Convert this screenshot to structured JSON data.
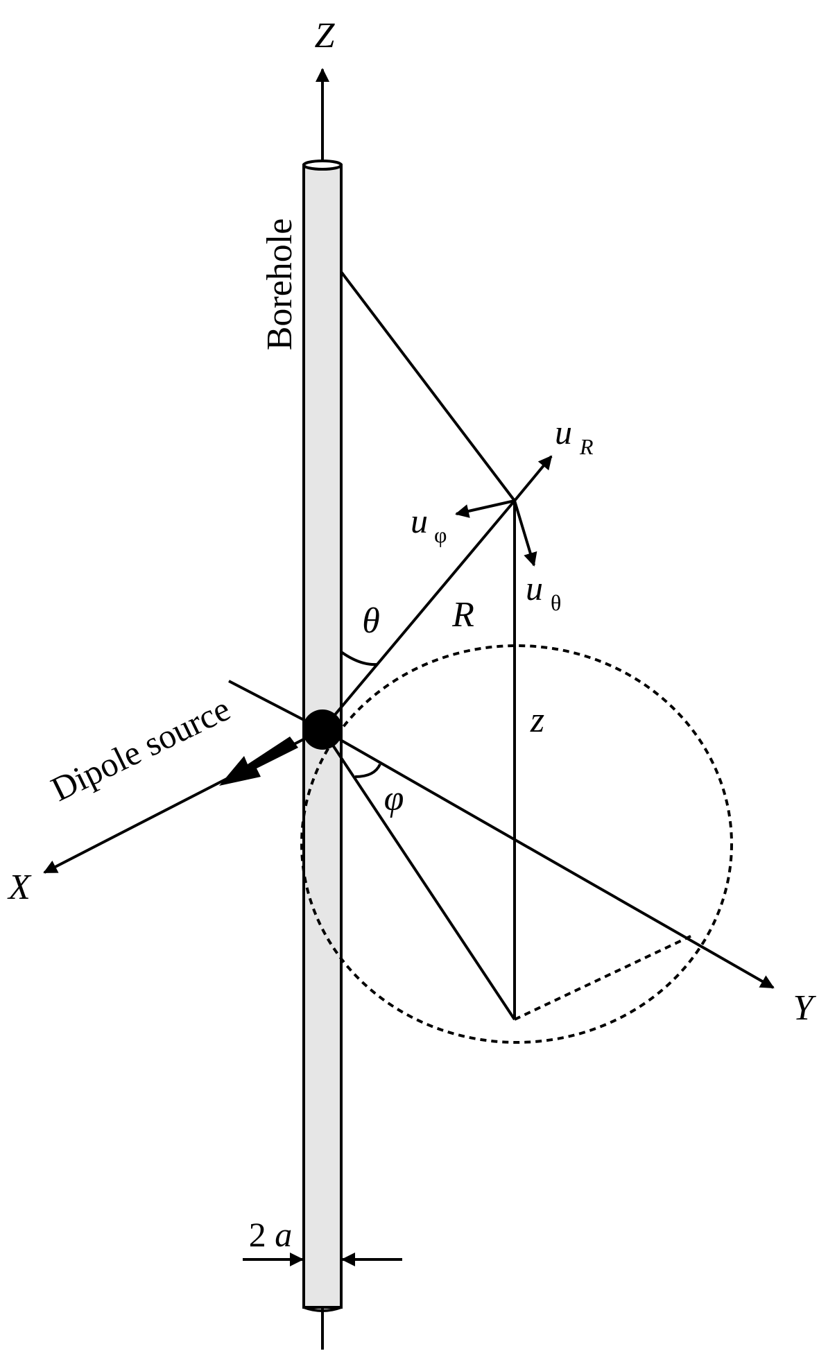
{
  "labels": {
    "z_axis": "Z",
    "x_axis": "X",
    "y_axis": "Y",
    "borehole": "Borehole",
    "dipole_source": "Dipole source",
    "u_r_base": "u",
    "u_r_sub": "R",
    "u_phi_base": "u",
    "u_phi_sub": "φ",
    "u_theta_base": "u",
    "u_theta_sub": "θ",
    "theta": "θ",
    "phi": "φ",
    "r": "R",
    "z": "z",
    "two_a": "2a"
  },
  "colors": {
    "line": "#000000",
    "borehole_fill": "#e6e6e6"
  }
}
